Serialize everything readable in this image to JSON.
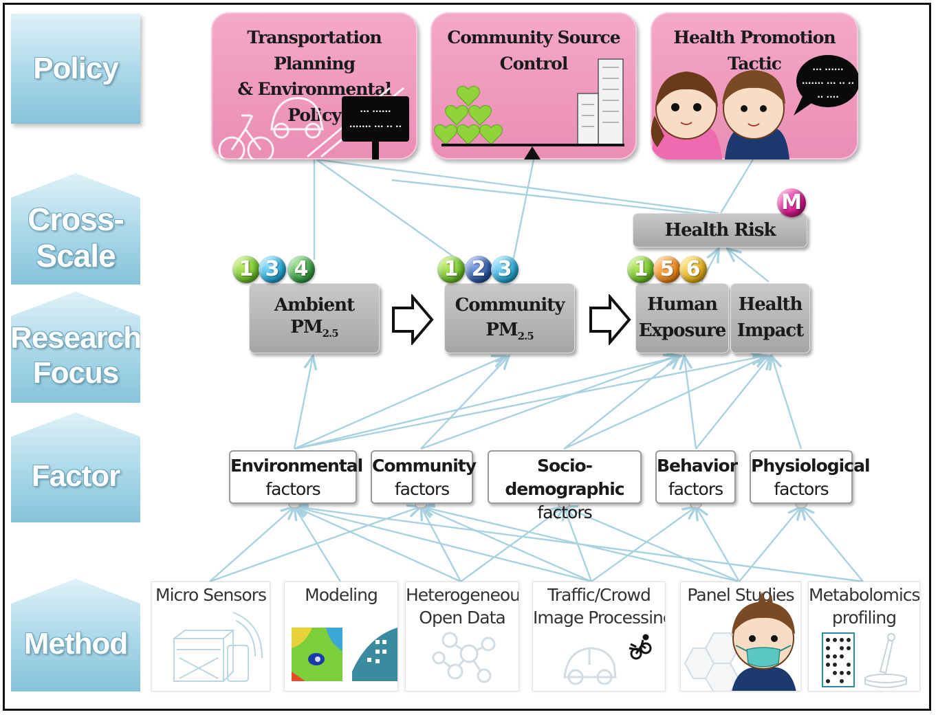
{
  "tiers": {
    "policy": "Policy",
    "cross_scale": [
      "Cross-",
      "Scale"
    ],
    "research_focus": [
      "Research",
      "Focus"
    ],
    "factor": "Factor",
    "method": "Method"
  },
  "policy_boxes": [
    {
      "title_lines": [
        "Transportation Planning",
        "& Environmental Policy"
      ],
      "sign_lines": [
        "... ......",
        "....... ... .. .."
      ]
    },
    {
      "title_lines": [
        "Community Source",
        "Control"
      ]
    },
    {
      "title_lines": [
        "Health Promotion Tactic"
      ],
      "bubble_lines": [
        "... ......",
        "....... ... .. ..",
        ".. ...."
      ]
    }
  ],
  "cross_scale": {
    "health_risk": "Health Risk",
    "badge": "M"
  },
  "research_focus": {
    "ambient": {
      "label": "Ambient PM",
      "sub": "2.5",
      "badges": [
        "1",
        "3",
        "4"
      ]
    },
    "community": {
      "label_line1": "Community",
      "label_line2": "PM",
      "sub": "2.5",
      "badges": [
        "1",
        "2",
        "3"
      ]
    },
    "human_exposure": {
      "lines": [
        "Human",
        "Exposure"
      ],
      "badges": [
        "1",
        "5",
        "6"
      ]
    },
    "health_impact": {
      "lines": [
        "Health",
        "Impact"
      ]
    }
  },
  "factors": [
    {
      "l1": "Environmental",
      "l2": "factors"
    },
    {
      "l1": "Community",
      "l2": "factors"
    },
    {
      "l1": "Socio-demographic",
      "l2": "factors"
    },
    {
      "l1": "Behavior",
      "l2": "factors"
    },
    {
      "l1": "Physiological",
      "l2": "factors"
    }
  ],
  "methods": [
    {
      "lines": [
        "Micro Sensors"
      ]
    },
    {
      "lines": [
        "Modeling"
      ]
    },
    {
      "lines": [
        "Heterogeneous",
        "Open Data"
      ]
    },
    {
      "lines": [
        "Traffic/Crowd",
        "Image Processing"
      ]
    },
    {
      "lines": [
        "Panel Studies"
      ]
    },
    {
      "lines": [
        "Metabolomics",
        "profiling"
      ]
    }
  ],
  "colors": {
    "tier_blue": "#a9d7e8",
    "policy_pink": "#ea8db4",
    "focus_grey": "#b3b3b3",
    "connector": "#a9d2e0",
    "badge_green": "#6fc22a",
    "badge_cyan": "#27a9d8",
    "badge_darkblue": "#2f5aa8",
    "badge_orange": "#f08a1c",
    "badge_yellow": "#e8b21a",
    "badge_magenta": "#d8198c"
  }
}
